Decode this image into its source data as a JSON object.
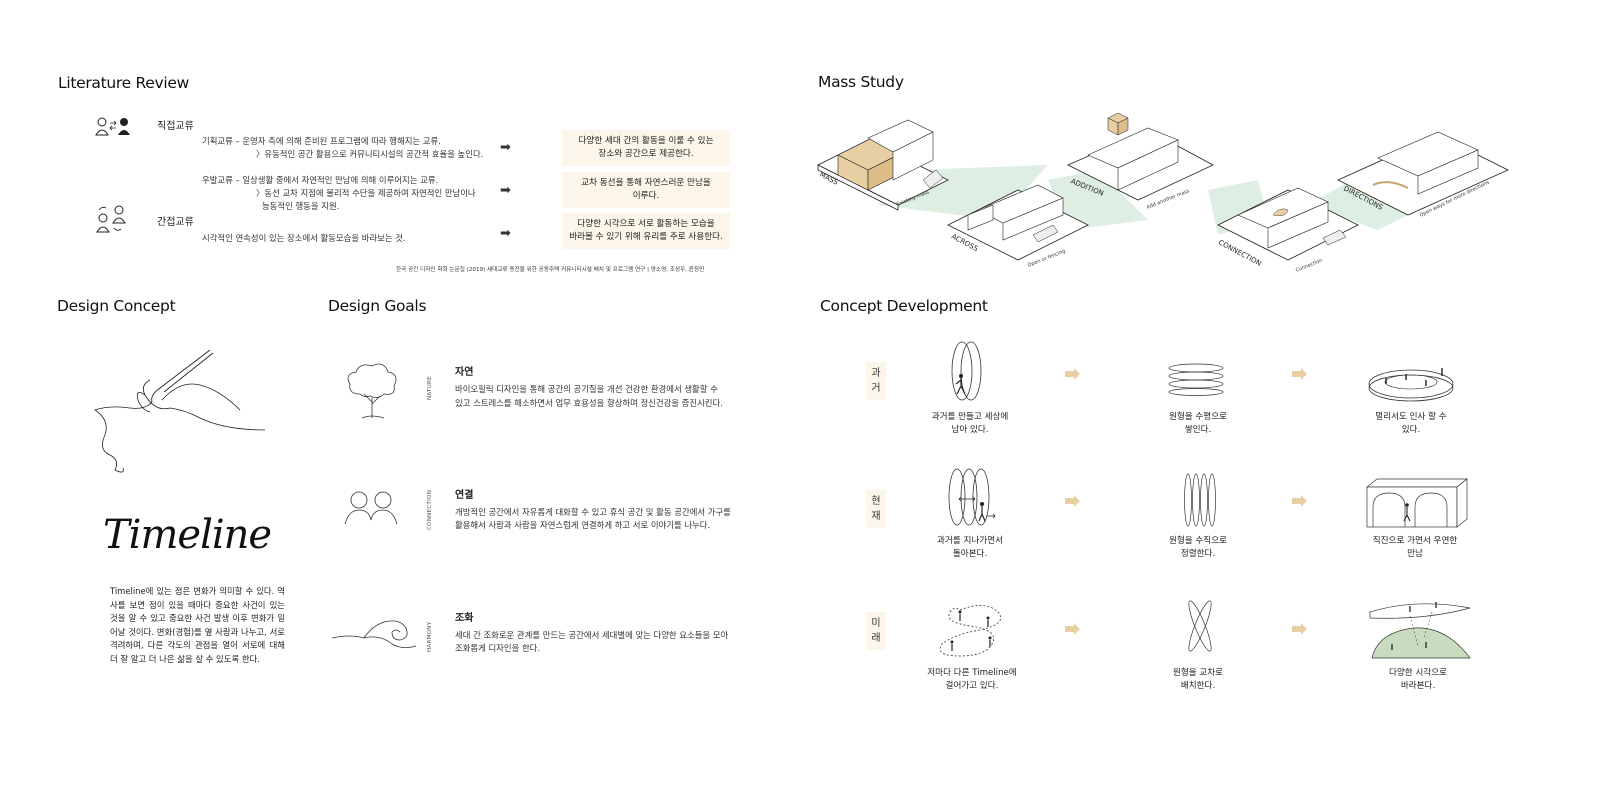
{
  "literature_review": {
    "title": "Literature Review",
    "direct": {
      "label": "직접교류",
      "line1": "기획교류 – 운영자 측에 의해 준비된 프로그램에 따라 행해지는 교류.",
      "line2": "〉유동적인 공간 활용으로 커뮤니티시설의 공간적 효율을 높인다.",
      "line3": "우발교류 – 일상생활 중에서 자연적인 만남에 의해 이루어지는 교류.",
      "line4": "〉동선 교차 지점에 물리적 수단을 제공하여 자연적인 만남이나",
      "line5": "능동적인 행동을 지원."
    },
    "indirect": {
      "label": "간접교류",
      "line1": "시각적인 연속성이 있는 장소에서 활동모습을 바라보는 것."
    },
    "results": [
      {
        "l1": "다양한 세대 간의 활동을 이룰 수 있는",
        "l2": "장소와 공간으로 제공한다."
      },
      {
        "l1": "교차 동선을 통해 자연스러운 만남을",
        "l2": "이루다."
      },
      {
        "l1": "다양한 시각으로 서로 활동하는 모습을",
        "l2": "바라볼 수 있기 위해 유리를 주로 사용한다."
      }
    ],
    "citation": "한국 공간 디자인 학회 논문집 (2019) 세대교류 증진을 위한 공동주택 커뮤니티시설  배치  및  프로그램  연구  |  양소영,  조성우,  윤정민"
  },
  "mass_study": {
    "title": "Mass Study",
    "steps": [
      {
        "label": "MASS",
        "sub": "Existing mass"
      },
      {
        "label": "ACROSS",
        "sub": "Open or fencing"
      },
      {
        "label": "ADDITION",
        "sub": "Add another mass"
      },
      {
        "label": "CONNECTION",
        "sub": "Connection"
      },
      {
        "label": "DIRECTIONS",
        "sub": "Open ways for more directions"
      }
    ],
    "colors": {
      "mass": "#e8cfa3",
      "green": "#dfeee3",
      "line": "#222222"
    }
  },
  "design_concept": {
    "title": "Design Concept",
    "wordmark": "Timeline",
    "text": "Timeline에 있는 점은 변화가 의미할 수 있다. 역사를 보면 점이 있을 때마다 중요한 사건이 있는 것을 알 수 있고 중요한 사건 발생 이후 변화가 일어날 것이다. 변화(경험)를 옆 사람과 나누고, 서로 격려하며, 다른 각도의 관점을 열어 서로에 대해 더 잘 알고 더 나은 삶을 살 수 있도록 한다."
  },
  "design_goals": {
    "title": "Design Goals",
    "items": [
      {
        "tag": "NATURE",
        "icon": "tree-icon",
        "title": "자연",
        "line1": "바이오필릭 디자인을 통해 공간의 공기질을 개선 건강한 환경에서 생활할 수",
        "line2": "있고 스트레스를 해소하면서 업무 효용성을 향상하며 정신건강을 증진시킨다."
      },
      {
        "tag": "CONNECTION",
        "icon": "people-icon",
        "title": "연결",
        "line1": "개방적인 공간에서 자유롭게 대화할 수 있고 휴식 공간 및 활동 공간에서 가구를",
        "line2": "활용해서 사람과 사람을 자연스럽게 연결하게 하고 서로 이야기를 나누다."
      },
      {
        "tag": "HARMONY",
        "icon": "wave-icon",
        "title": "조화",
        "line1": "세대 간 조화로운 관계를 만드는 공간에서 세대별에 맞는 다양한 요소들을 모아",
        "line2": "조화롭게 디자인을 한다."
      }
    ]
  },
  "concept_development": {
    "title": "Concept Development",
    "rows": [
      {
        "era_1": "과",
        "era_2": "거",
        "captions": [
          {
            "l1": "과거를 만들고 세상에",
            "l2": "남아 있다."
          },
          {
            "l1": "원형을 수평으로",
            "l2": "쌓인다."
          },
          {
            "l1": "멀리서도 인사 할 수",
            "l2": "있다."
          }
        ]
      },
      {
        "era_1": "현",
        "era_2": "재",
        "captions": [
          {
            "l1": "과거를 지나가면서",
            "l2": "돌아본다."
          },
          {
            "l1": "원형을 수직으로",
            "l2": "정렬한다."
          },
          {
            "l1": "직진으로 가면서 우연한",
            "l2": "만남"
          }
        ]
      },
      {
        "era_1": "미",
        "era_2": "래",
        "captions": [
          {
            "l1": "저마다 다른 Timeline에",
            "l2": "걸어가고 있다."
          },
          {
            "l1": "원형을 교차로",
            "l2": "배치한다."
          },
          {
            "l1": "다양한 시각으로",
            "l2": "바라본다."
          }
        ]
      }
    ],
    "colors": {
      "arrow": "#e8cfa3",
      "era_bg": "#fcf5ea",
      "hill": "#c8dcc0"
    }
  }
}
